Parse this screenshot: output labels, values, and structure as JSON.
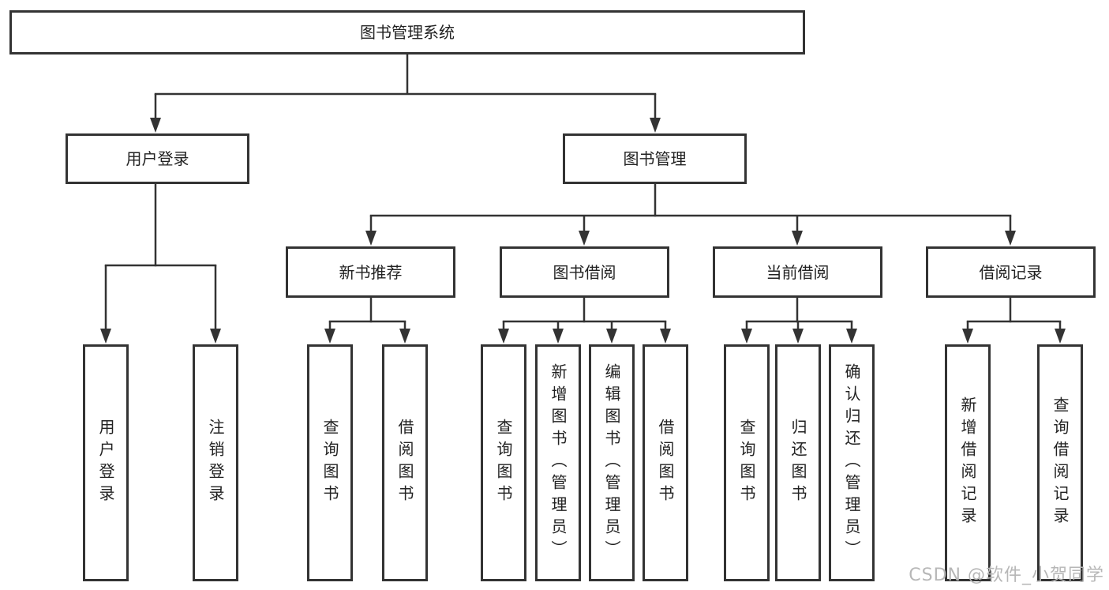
{
  "diagram": {
    "type": "hierarchy-tree",
    "root": {
      "label": "图书管理系统"
    },
    "level2": [
      {
        "label": "用户登录"
      },
      {
        "label": "图书管理"
      }
    ],
    "level3": [
      {
        "label": "新书推荐",
        "parent": "图书管理"
      },
      {
        "label": "图书借阅",
        "parent": "图书管理"
      },
      {
        "label": "当前借阅",
        "parent": "图书管理"
      },
      {
        "label": "借阅记录",
        "parent": "图书管理"
      }
    ],
    "leaves": [
      {
        "label": "用户登录",
        "parent": "用户登录"
      },
      {
        "label": "注销登录",
        "parent": "用户登录"
      },
      {
        "label": "查询图书",
        "parent": "新书推荐"
      },
      {
        "label": "借阅图书",
        "parent": "新书推荐"
      },
      {
        "label": "查询图书",
        "parent": "图书借阅"
      },
      {
        "label": "新增图书（管理员）",
        "parent": "图书借阅"
      },
      {
        "label": "编辑图书（管理员）",
        "parent": "图书借阅"
      },
      {
        "label": "借阅图书",
        "parent": "图书借阅"
      },
      {
        "label": "查询图书",
        "parent": "当前借阅"
      },
      {
        "label": "归还图书",
        "parent": "当前借阅"
      },
      {
        "label": "确认归还（管理员）",
        "parent": "当前借阅"
      },
      {
        "label": "新增借阅记录",
        "parent": "借阅记录"
      },
      {
        "label": "查询借阅记录",
        "parent": "借阅记录"
      }
    ],
    "watermark": "CSDN @软件_小贺同学",
    "colors": {
      "line": "#333333",
      "box_border": "#333333",
      "text": "#222222",
      "watermark": "#b7b7b7",
      "background": "#ffffff"
    }
  }
}
